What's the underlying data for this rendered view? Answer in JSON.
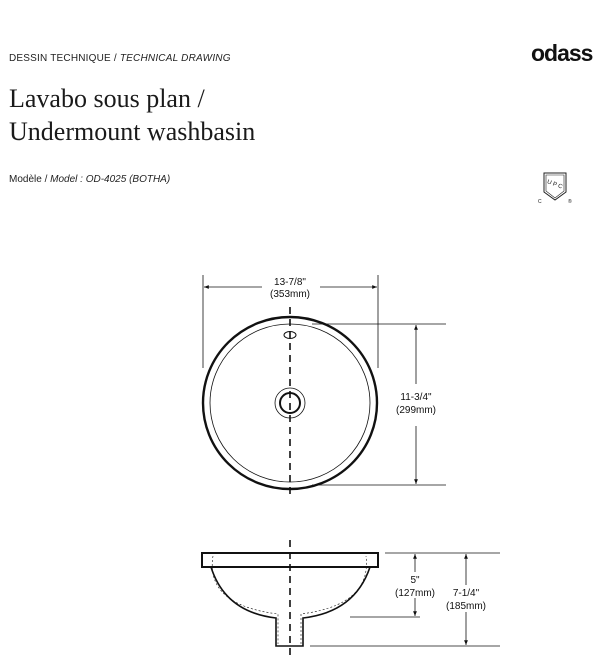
{
  "header": {
    "kicker_fr": "DESSIN TECHNIQUE /",
    "kicker_en": "TECHNICAL DRAWING",
    "title_line1": "Lavabo sous plan /",
    "title_line2": "Undermount washbasin",
    "model_fr": "Modèle /",
    "model_en": "Model : OD-4025 (BOTHA)",
    "brand": "odass",
    "cert_logo": "UPC"
  },
  "drawing": {
    "top_view": {
      "width_in": "13-7/8\"",
      "width_mm": "(353mm)",
      "depth_in": "11-3/4\"",
      "depth_mm": "(299mm)"
    },
    "side_view": {
      "bowl_depth_in": "5\"",
      "bowl_depth_mm": "(127mm)",
      "total_height_in": "7-1/4\"",
      "total_height_mm": "(185mm)"
    }
  }
}
